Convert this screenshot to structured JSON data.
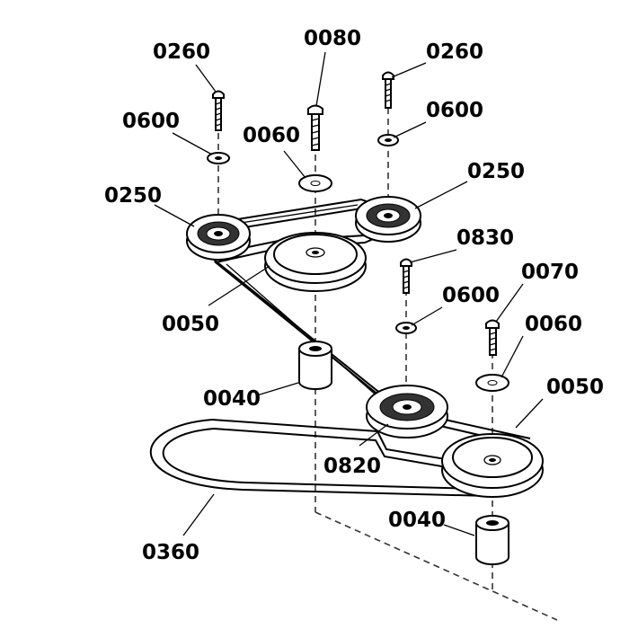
{
  "diagram": {
    "callouts": [
      {
        "id": "c-0260-left",
        "text": "0260"
      },
      {
        "id": "c-0600-left",
        "text": "0600"
      },
      {
        "id": "c-0080",
        "text": "0080"
      },
      {
        "id": "c-0060-top",
        "text": "0060"
      },
      {
        "id": "c-0260-right",
        "text": "0260"
      },
      {
        "id": "c-0600-right",
        "text": "0600"
      },
      {
        "id": "c-0250-left",
        "text": "0250"
      },
      {
        "id": "c-0250-right",
        "text": "0250"
      },
      {
        "id": "c-0830",
        "text": "0830"
      },
      {
        "id": "c-0050-left",
        "text": "0050"
      },
      {
        "id": "c-0600-mid",
        "text": "0600"
      },
      {
        "id": "c-0070",
        "text": "0070"
      },
      {
        "id": "c-0060-right",
        "text": "0060"
      },
      {
        "id": "c-0040-left",
        "text": "0040"
      },
      {
        "id": "c-0050-right",
        "text": "0050"
      },
      {
        "id": "c-0820",
        "text": "0820"
      },
      {
        "id": "c-0040-bottom",
        "text": "0040"
      },
      {
        "id": "c-0360",
        "text": "0360"
      }
    ]
  }
}
